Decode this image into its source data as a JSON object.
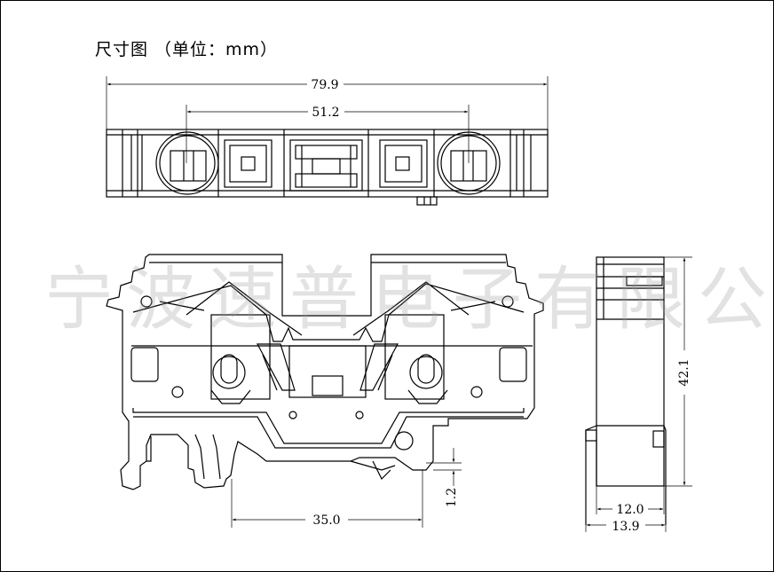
{
  "title": "尺寸图  （单位：mm）",
  "watermark": "宁波速普电子有限公司",
  "dimensions": {
    "overall_length": "79.9",
    "hole_spacing": "51.2",
    "rail_width": "35.0",
    "step": "1.2",
    "height": "42.1",
    "width_inner": "12.0",
    "width_outer": "13.9"
  }
}
